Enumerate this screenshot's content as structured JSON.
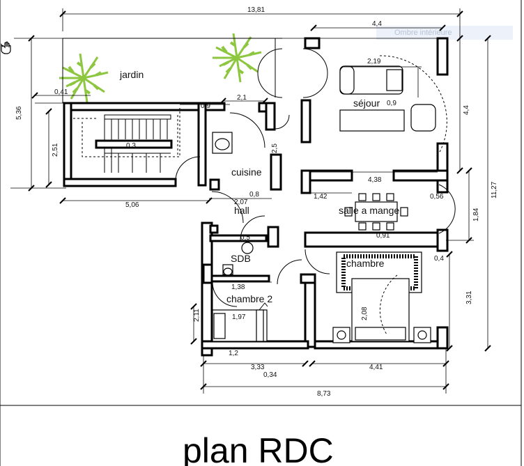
{
  "title": "plan RDC",
  "overlay_text": "Ombre intérieure",
  "rooms": {
    "jardin": "jardin",
    "sejour": "séjour",
    "cuisine": "cuisine",
    "hall": "hall",
    "salle": "salle a mange",
    "sdb": "SDB",
    "chambre": "chambre",
    "chambre2": "chambre 2"
  },
  "dims": {
    "d_13_81": "13,81",
    "d_4_4_top": "4,4",
    "d_2_19": "2,19",
    "d_0_9_sej": "0,9",
    "d_0_41": "0,41",
    "d_5_36": "5,36",
    "d_0_9_stair": "0,9",
    "d_2_1": "2,1",
    "d_2_51": "2,51",
    "d_0_3": "0,3",
    "d_2_5": "2,5",
    "d_4_4_right": "4,4",
    "d_4_38": "4,38",
    "d_5_06": "5,06",
    "d_2_07": "2,07",
    "d_0_8": "0,8",
    "d_1_42": "1,42",
    "d_0_56": "0,56",
    "d_11_27": "11,27",
    "d_1_84": "1,84",
    "d_0_5": "0,5",
    "d_0_91": "0,91",
    "d_0_4": "0,4",
    "d_1_38": "1,38",
    "d_3_31": "3,31",
    "d_2_08": "2,08",
    "d_2_11": "2,11",
    "d_1_97": "1,97",
    "d_1_2": "1,2",
    "d_3_33": "3,33",
    "d_0_34": "0,34",
    "d_4_41": "4,41",
    "d_8_73": "8,73"
  },
  "colors": {
    "wall": "#000000",
    "plant": "#8dc63f",
    "overlay": "#e8eef7"
  },
  "icons": [
    "hand-icon",
    "plant-icon"
  ]
}
